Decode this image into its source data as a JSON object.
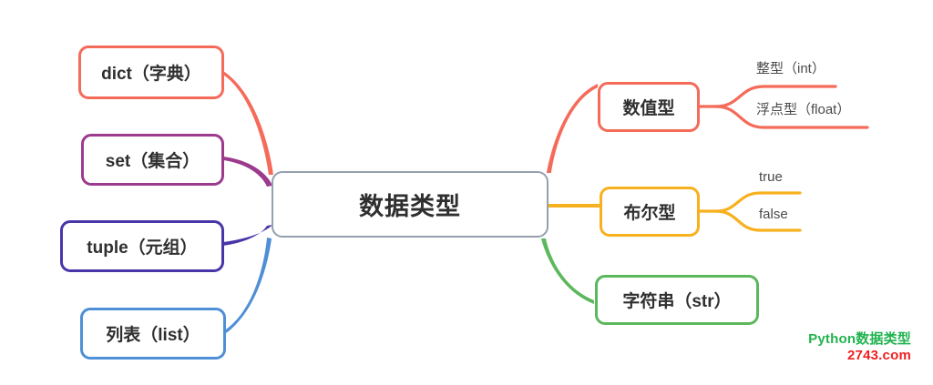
{
  "diagram": {
    "title": "Python数据类型",
    "root": {
      "label": "数据类型",
      "color": "#93a0ad"
    },
    "left_branches": [
      {
        "label": "dict（字典）",
        "color": "#f56b5a",
        "name": "node-dict"
      },
      {
        "label": "set（集合）",
        "color": "#9c3b8e",
        "name": "node-set"
      },
      {
        "label": "tuple（元组）",
        "color": "#4a35a8",
        "name": "node-tuple"
      },
      {
        "label": "列表（list）",
        "color": "#4f8fd6",
        "name": "node-list"
      }
    ],
    "right_branches": [
      {
        "label": "数值型",
        "color": "#f56b5a",
        "name": "node-numeric",
        "leaves": [
          {
            "label": "整型（int）"
          },
          {
            "label": "浮点型（float）"
          }
        ]
      },
      {
        "label": "布尔型",
        "color": "#f8b11e",
        "name": "node-boolean",
        "leaves": [
          {
            "label": "true"
          },
          {
            "label": "false"
          }
        ]
      },
      {
        "label": "字符串（str）",
        "color": "#5cb85c",
        "name": "node-string",
        "leaves": []
      }
    ]
  },
  "watermark": {
    "line1": "Python数据类型",
    "line2": "2743.com",
    "color1": "#22b34f",
    "color2": "#f02020"
  }
}
